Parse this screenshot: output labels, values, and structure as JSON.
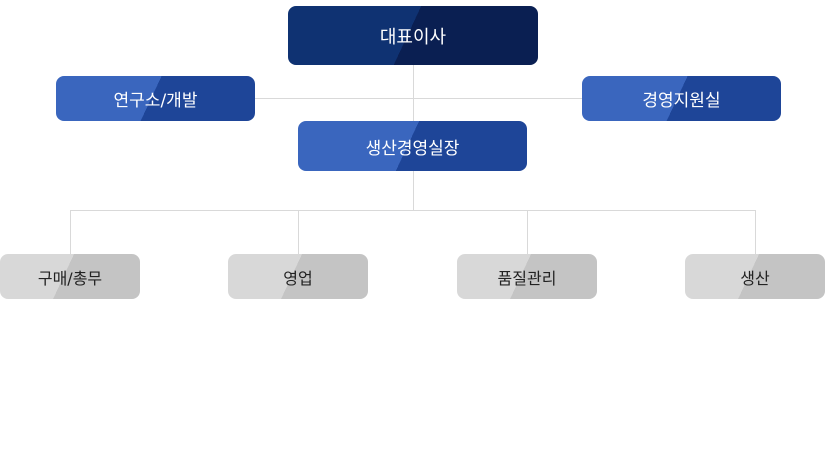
{
  "org_chart": {
    "ceo": "대표이사",
    "left_staff": "연구소/개발",
    "right_staff": "경영지원실",
    "manager": "생산경영실장",
    "departments": [
      "구매/총무",
      "영업",
      "품질관리",
      "생산"
    ]
  }
}
